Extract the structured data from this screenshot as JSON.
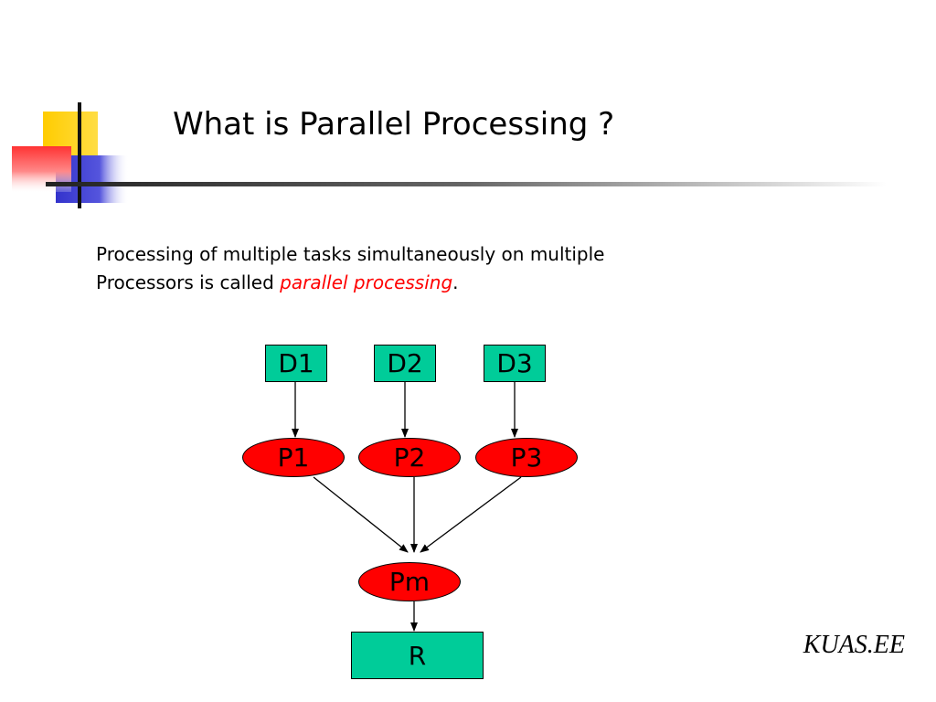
{
  "slide": {
    "title": "What is Parallel Processing ?",
    "body_line1": "Processing of multiple tasks simultaneously on multiple",
    "body_line2_prefix": "Processors is called ",
    "body_emphasis": "parallel processing",
    "body_suffix": ".",
    "footer": "KUAS.EE"
  },
  "diagram": {
    "data_nodes": [
      "D1",
      "D2",
      "D3"
    ],
    "processor_nodes": [
      "P1",
      "P2",
      "P3"
    ],
    "merge_node": "Pm",
    "result_node": "R"
  },
  "colors": {
    "data_fill": "#00cc99",
    "processor_fill": "#ff0000",
    "result_fill": "#00cc99",
    "emphasis_text": "#ff0000",
    "deco_yellow": "#ffcc00",
    "deco_blue": "#3333cc",
    "deco_red": "#ff3333"
  }
}
